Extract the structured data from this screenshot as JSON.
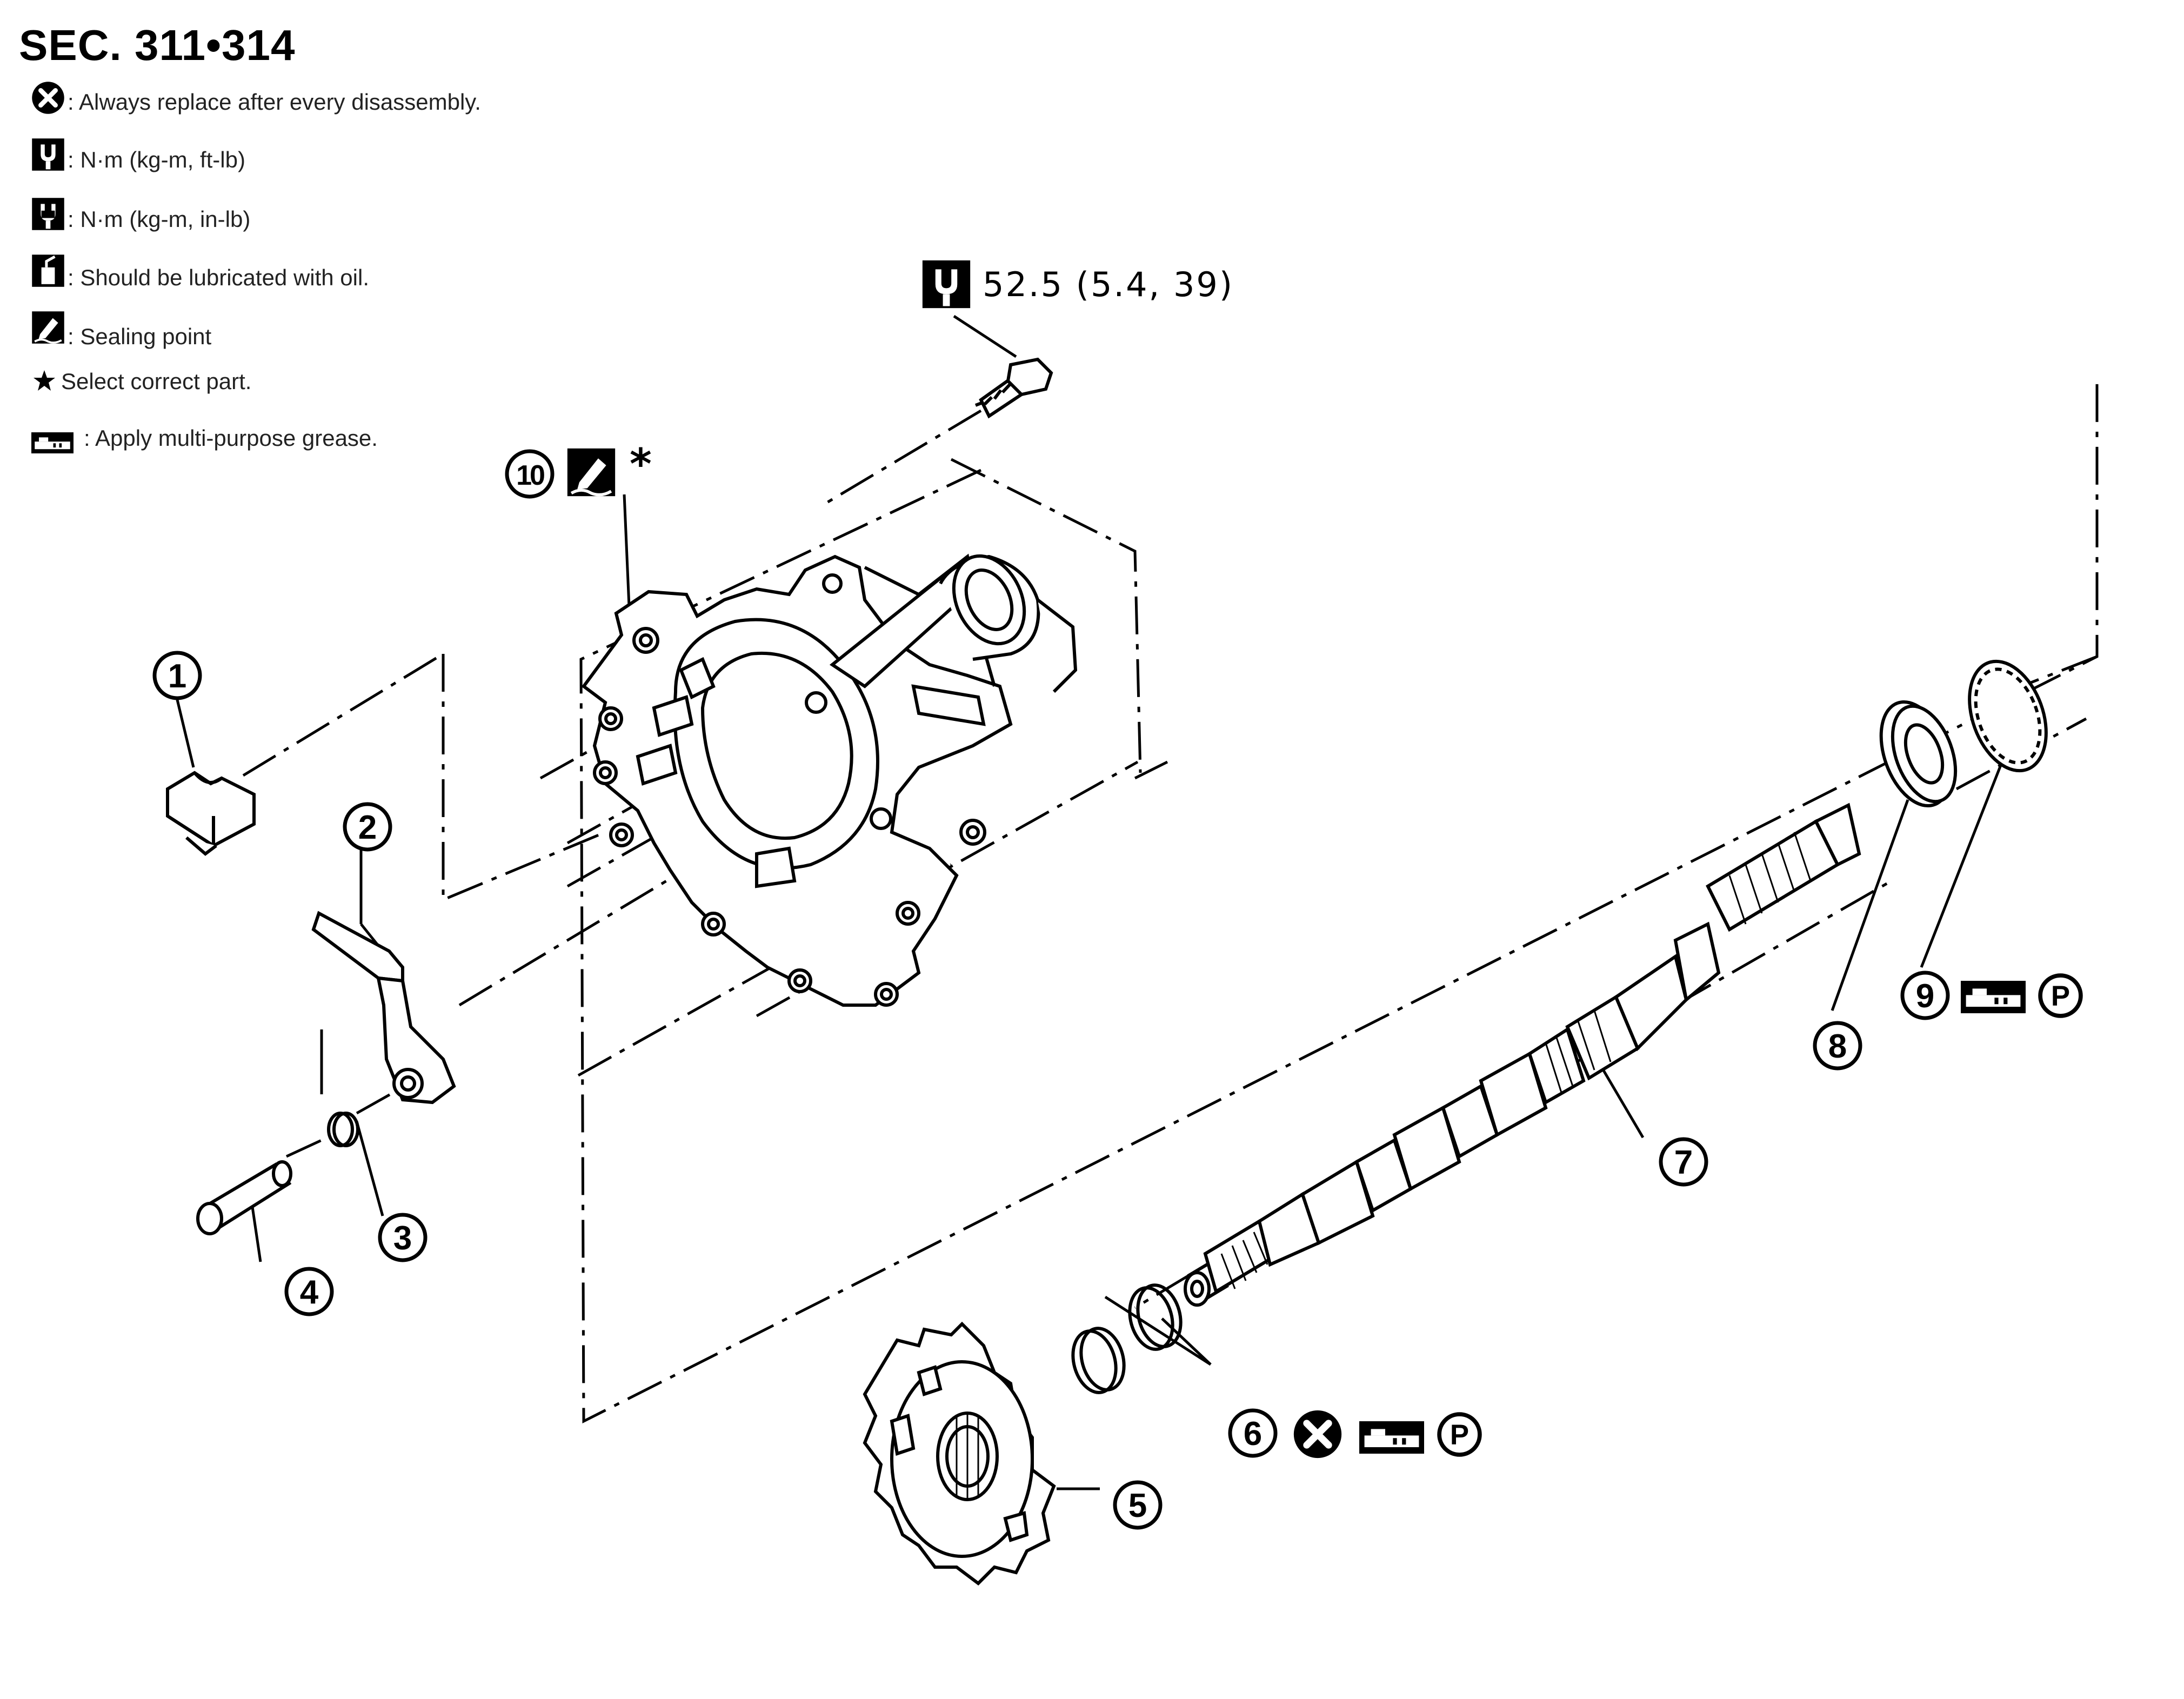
{
  "header": {
    "section_title": "SEC. 311•314"
  },
  "legend": [
    {
      "icon": "replace-icon",
      "text": ": Always replace after every disassembly."
    },
    {
      "icon": "torque-ft-lb-icon",
      "text": ": N·m (kg-m, ft-lb)"
    },
    {
      "icon": "torque-in-lb-icon",
      "text": ": N·m (kg-m, in-lb)"
    },
    {
      "icon": "oil-can-icon",
      "text": ": Should be lubricated with oil."
    },
    {
      "icon": "sealing-point-icon",
      "text": ": Sealing point"
    },
    {
      "icon": "star-icon",
      "text": "Select correct part."
    },
    {
      "icon": "grease-gun-icon",
      "text": " : Apply multi-purpose grease."
    }
  ],
  "torque_spec": {
    "icon": "torque-ft-lb-icon",
    "text": "52.5 (5.4, 39)"
  },
  "star_symbol": "*",
  "callouts": [
    {
      "label": "1"
    },
    {
      "label": "2"
    },
    {
      "label": "3"
    },
    {
      "label": "4"
    },
    {
      "label": "5"
    },
    {
      "label": "6"
    },
    {
      "label": "7"
    },
    {
      "label": "8"
    },
    {
      "label": "9"
    },
    {
      "label": "10"
    }
  ],
  "grease_type_letter": "P"
}
